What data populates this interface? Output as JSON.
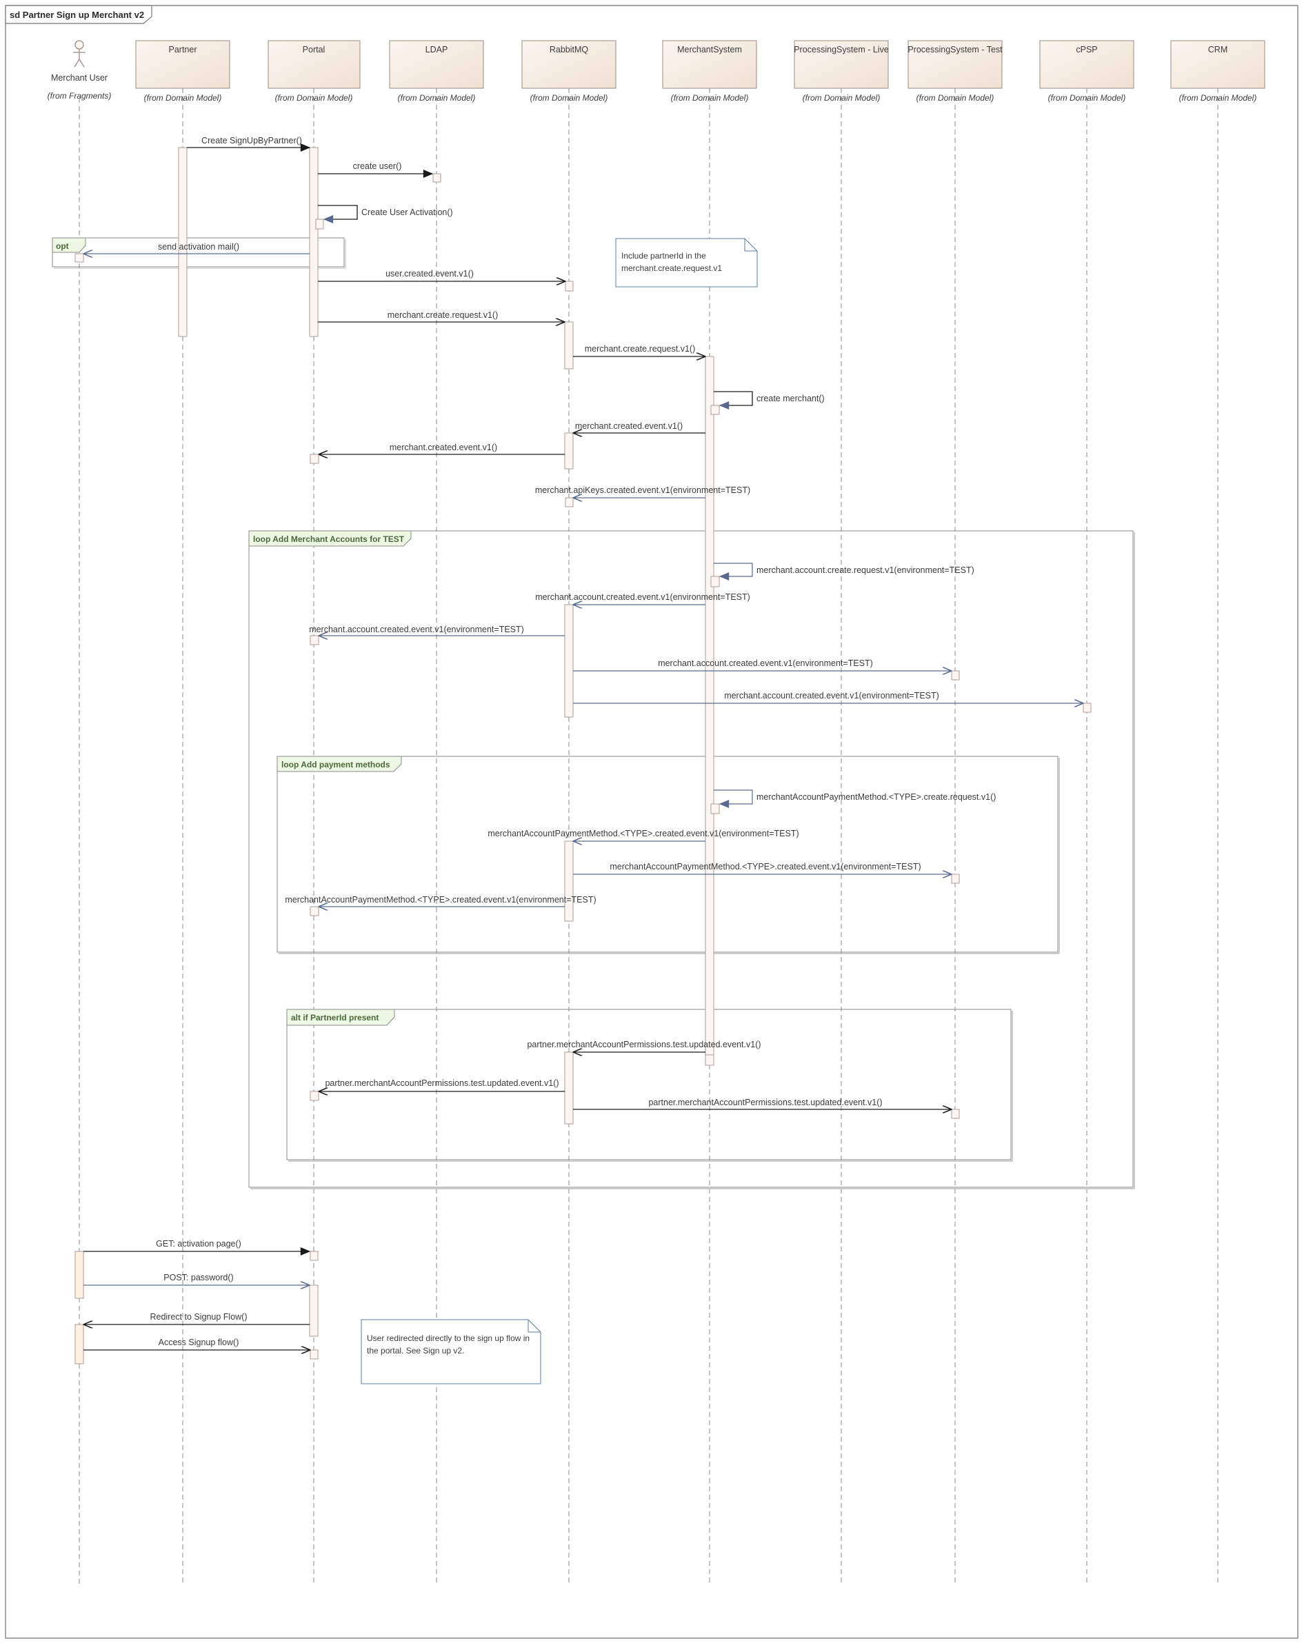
{
  "frame": {
    "title": "sd Partner Sign up Merchant v2"
  },
  "participants": [
    {
      "id": "mu",
      "name": "Merchant User",
      "source": "(from Fragments)",
      "kind": "actor"
    },
    {
      "id": "partner",
      "name": "Partner",
      "source": "(from Domain Model)",
      "kind": "box"
    },
    {
      "id": "portal",
      "name": "Portal",
      "source": "(from Domain Model)",
      "kind": "box"
    },
    {
      "id": "ldap",
      "name": "LDAP",
      "source": "(from Domain Model)",
      "kind": "box"
    },
    {
      "id": "rabbit",
      "name": "RabbitMQ",
      "source": "(from Domain Model)",
      "kind": "box"
    },
    {
      "id": "ms",
      "name": "MerchantSystem",
      "source": "(from Domain Model)",
      "kind": "box"
    },
    {
      "id": "psl",
      "name": "ProcessingSystem - Live",
      "source": "(from Domain Model)",
      "kind": "box"
    },
    {
      "id": "pst",
      "name": "ProcessingSystem - Test",
      "source": "(from Domain Model)",
      "kind": "box"
    },
    {
      "id": "cpsp",
      "name": "cPSP",
      "source": "(from Domain Model)",
      "kind": "box"
    },
    {
      "id": "crm",
      "name": "CRM",
      "source": "(from Domain Model)",
      "kind": "box"
    }
  ],
  "fragments": [
    {
      "id": "opt",
      "label": "opt"
    },
    {
      "id": "loop1",
      "label": "loop Add Merchant Accounts for TEST"
    },
    {
      "id": "loop2",
      "label": "loop Add payment methods"
    },
    {
      "id": "alt",
      "label": "alt if PartnerId present"
    }
  ],
  "notes": [
    {
      "id": "note1",
      "lines": [
        "Include partnerId in the",
        "merchant.create.request.v1"
      ]
    },
    {
      "id": "note2",
      "lines": [
        "User redirected directly to the sign up flow in",
        "the portal. See Sign up v2."
      ]
    }
  ],
  "messages": [
    {
      "from": "partner",
      "to": "portal",
      "label": "Create SignUpByPartner()",
      "style": "sync"
    },
    {
      "from": "portal",
      "to": "ldap",
      "label": "create user()",
      "style": "sync"
    },
    {
      "from": "portal",
      "to": "portal",
      "label": "Create User Activation()",
      "style": "self"
    },
    {
      "from": "portal",
      "to": "mu",
      "label": "send activation mail()",
      "style": "async-blue"
    },
    {
      "from": "portal",
      "to": "rabbit",
      "label": "user.created.event.v1()",
      "style": "async"
    },
    {
      "from": "portal",
      "to": "rabbit",
      "label": "merchant.create.request.v1()",
      "style": "async"
    },
    {
      "from": "rabbit",
      "to": "ms",
      "label": "merchant.create.request.v1()",
      "style": "async"
    },
    {
      "from": "ms",
      "to": "ms",
      "label": "create merchant()",
      "style": "self"
    },
    {
      "from": "ms",
      "to": "rabbit",
      "label": "merchant.created.event.v1()",
      "style": "async"
    },
    {
      "from": "rabbit",
      "to": "portal",
      "label": "merchant.created.event.v1()",
      "style": "async"
    },
    {
      "from": "ms",
      "to": "rabbit",
      "label": "merchant.apiKeys.created.event.v1(environment=TEST)",
      "style": "async-blue"
    },
    {
      "from": "ms",
      "to": "ms",
      "label": "merchant.account.create.request.v1(environment=TEST)",
      "style": "self"
    },
    {
      "from": "ms",
      "to": "rabbit",
      "label": "merchant.account.created.event.v1(environment=TEST)",
      "style": "async-blue"
    },
    {
      "from": "rabbit",
      "to": "portal",
      "label": "merchant.account.created.event.v1(environment=TEST)",
      "style": "async-blue"
    },
    {
      "from": "rabbit",
      "to": "pst",
      "label": "merchant.account.created.event.v1(environment=TEST)",
      "style": "async-blue"
    },
    {
      "from": "rabbit",
      "to": "cpsp",
      "label": "merchant.account.created.event.v1(environment=TEST)",
      "style": "async-blue"
    },
    {
      "from": "ms",
      "to": "ms",
      "label": "merchantAccountPaymentMethod.<TYPE>.create.request.v1()",
      "style": "self"
    },
    {
      "from": "ms",
      "to": "rabbit",
      "label": "merchantAccountPaymentMethod.<TYPE>.created.event.v1(environment=TEST)",
      "style": "async-blue"
    },
    {
      "from": "rabbit",
      "to": "pst",
      "label": "merchantAccountPaymentMethod.<TYPE>.created.event.v1(environment=TEST)",
      "style": "async-blue"
    },
    {
      "from": "rabbit",
      "to": "portal",
      "label": "merchantAccountPaymentMethod.<TYPE>.created.event.v1(environment=TEST)",
      "style": "async-blue"
    },
    {
      "from": "ms",
      "to": "rabbit",
      "label": "partner.merchantAccountPermissions.test.updated.event.v1()",
      "style": "async"
    },
    {
      "from": "rabbit",
      "to": "portal",
      "label": "partner.merchantAccountPermissions.test.updated.event.v1()",
      "style": "async"
    },
    {
      "from": "rabbit",
      "to": "pst",
      "label": "partner.merchantAccountPermissions.test.updated.event.v1()",
      "style": "async"
    },
    {
      "from": "mu",
      "to": "portal",
      "label": "GET: activation page()",
      "style": "sync"
    },
    {
      "from": "mu",
      "to": "portal",
      "label": "POST: password()",
      "style": "async-blue"
    },
    {
      "from": "portal",
      "to": "mu",
      "label": "Redirect to Signup Flow()",
      "style": "async"
    },
    {
      "from": "mu",
      "to": "portal",
      "label": "Access Signup flow()",
      "style": "async"
    }
  ],
  "colors": {
    "box_fill_top": "#fcf6ef",
    "box_fill_bottom": "#f0e2d6",
    "box_stroke": "#9e8a82",
    "lifeline": "#8a8a8a",
    "activation_fill": "#fbf6f2",
    "activation_stroke": "#b09a96",
    "actor_activation_fill": "#fdf3e0",
    "fragment_stroke": "#8a8a8a",
    "fragment_label_bg": "#eef6e4",
    "fragment_label_text": "#4a6a3a",
    "note_stroke": "#5e7e9e",
    "arrow_black": "#1a1a1a",
    "arrow_blue": "#5a6a8e",
    "text": "#3c3c3c"
  }
}
